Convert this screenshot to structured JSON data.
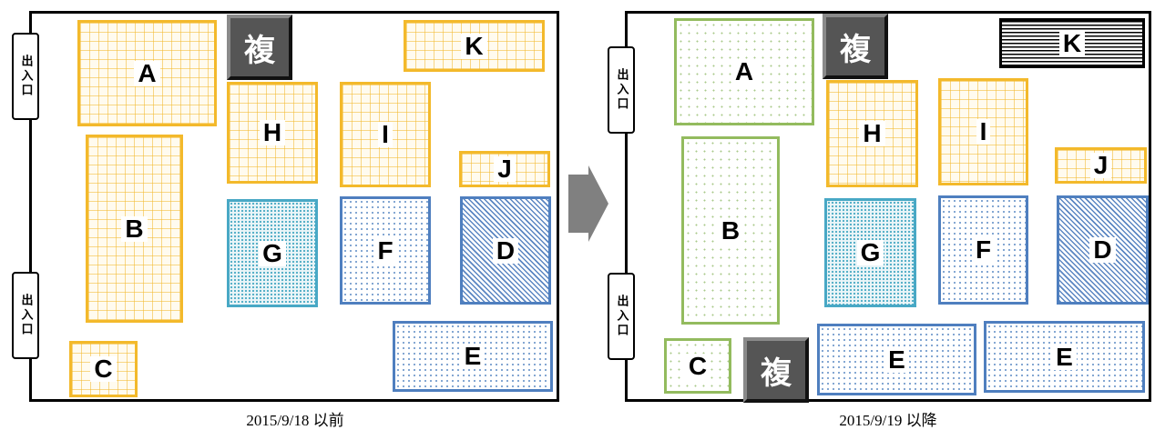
{
  "before": {
    "caption": "2015/9/18 以前",
    "entrance_top": "出入口",
    "entrance_bottom": "出入口",
    "blocks": {
      "A": "A",
      "B": "B",
      "C": "C",
      "D": "D",
      "E": "E",
      "F": "F",
      "G": "G",
      "H": "H",
      "I": "I",
      "J": "J",
      "K": "K"
    },
    "fuku": "複"
  },
  "after": {
    "caption": "2015/9/19 以降",
    "entrance_top": "出入口",
    "entrance_bottom": "出入口",
    "blocks": {
      "A": "A",
      "B": "B",
      "C": "C",
      "D": "D",
      "E1": "E",
      "E2": "E",
      "F": "F",
      "G": "G",
      "H": "H",
      "I": "I",
      "J": "J",
      "K": "K"
    },
    "fuku_top": "複",
    "fuku_bottom": "複"
  },
  "colors": {
    "grid_orange": "#f3b92b",
    "dot_blue": "#4f7fbf",
    "dot_teal": "#48a8c5",
    "dot_green": "#93bb5e",
    "arrow_gray": "#808080"
  }
}
